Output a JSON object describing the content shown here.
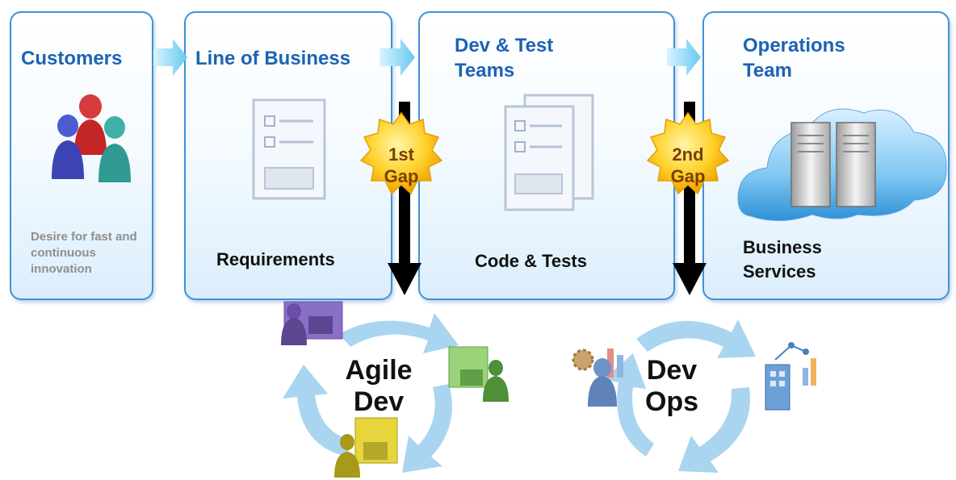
{
  "stages": [
    {
      "title": "Customers",
      "caption": "",
      "note": "Desire for fast and continuous innovation"
    },
    {
      "title": "Line of Business",
      "caption": "Requirements",
      "note": ""
    },
    {
      "title": "Dev & Test Teams",
      "caption": "Code & Tests",
      "note": ""
    },
    {
      "title": "Operations Team",
      "caption": "Business Services",
      "note": ""
    }
  ],
  "gaps": [
    {
      "label": "1st Gap"
    },
    {
      "label": "2nd Gap"
    }
  ],
  "cycles": [
    {
      "label": "Agile Dev"
    },
    {
      "label": "Dev Ops"
    }
  ],
  "colors": {
    "panel_border": "#3f92d8",
    "title": "#1c63b3",
    "gap_star": "#f7b500",
    "cycle_arrow": "#a9d5f0",
    "flow_arrow": "#8fd7f5"
  }
}
